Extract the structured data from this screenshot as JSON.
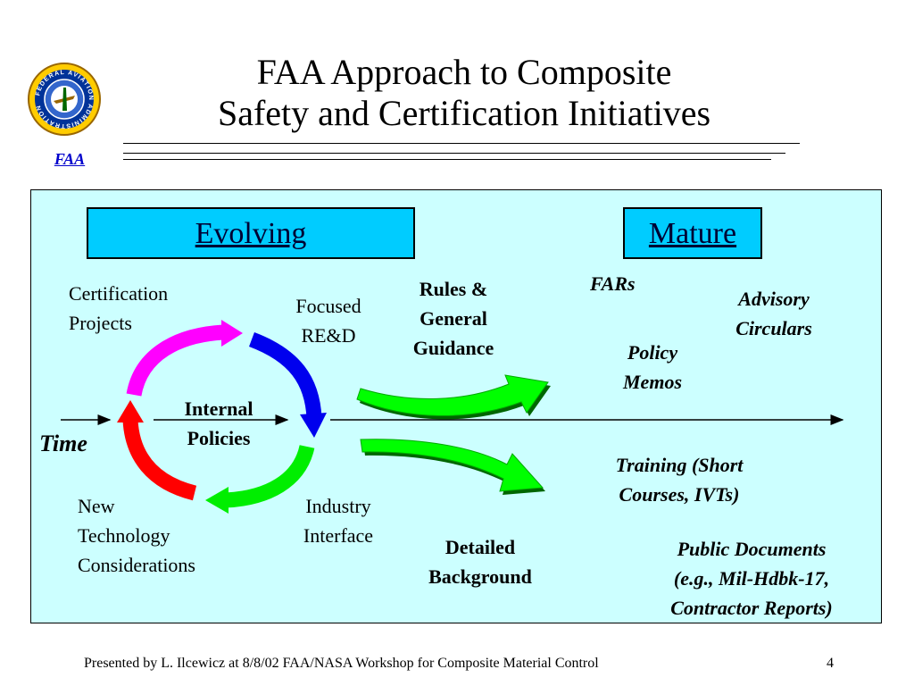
{
  "slide": {
    "title_line1": "FAA Approach to Composite",
    "title_line2": "Safety and Certification Initiatives",
    "logo_label": "FAA",
    "seal_text": "FEDERAL AVIATION ADMINISTRATION"
  },
  "diagram": {
    "header_evolving": "Evolving",
    "header_mature": "Mature",
    "cycle": {
      "center_line1": "Internal",
      "center_line2": "Policies",
      "certification_line1": "Certification",
      "certification_line2": "Projects",
      "focused_line1": "Focused",
      "focused_line2": "RE&D",
      "new_tech_line1": "New",
      "new_tech_line2": "Technology",
      "new_tech_line3": "Considerations",
      "industry_line1": "Industry",
      "industry_line2": "Interface"
    },
    "time_label": "Time",
    "rules_line1": "Rules &",
    "rules_line2": "General",
    "rules_line3": "Guidance",
    "detailed_line1": "Detailed",
    "detailed_line2": "Background",
    "mature_items": {
      "fars": "FARs",
      "advisory_line1": "Advisory",
      "advisory_line2": "Circulars",
      "policy_line1": "Policy",
      "policy_line2": "Memos",
      "training_line1": "Training (Short",
      "training_line2": "Courses, IVTs)",
      "public_line1": "Public Documents",
      "public_line2": "(e.g., Mil-Hdbk-17,",
      "public_line3": "Contractor Reports)"
    },
    "colors": {
      "panel_bg": "#ccffff",
      "header_bg": "#00ccff",
      "arc_magenta": "#ff00ff",
      "arc_blue": "#0000ee",
      "arc_green": "#00ee00",
      "arc_red": "#ff0000",
      "flow_arrow": "#00ff00"
    }
  },
  "footer": {
    "presented_by": "Presented by L. Ilcewicz at 8/8/02 FAA/NASA Workshop for Composite Material Control",
    "page_number": "4"
  }
}
